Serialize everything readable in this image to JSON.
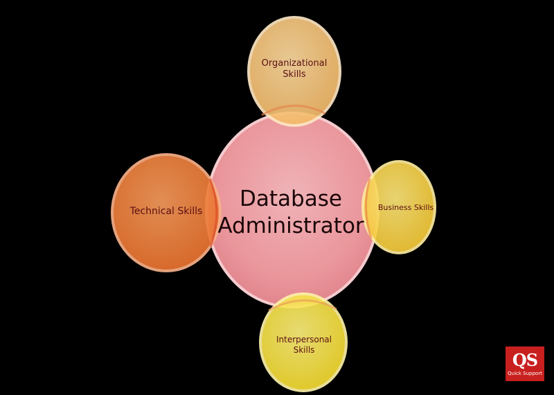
{
  "diagram": {
    "center": {
      "line1": "Database",
      "line2": "Administrator",
      "color": "#f4a3a8"
    },
    "nodes": [
      {
        "id": "organizational",
        "line1": "Organizational",
        "line2": "Skills",
        "color": "#f6c67a"
      },
      {
        "id": "technical",
        "line1": "Technical Skills",
        "color": "#ee7d3a"
      },
      {
        "id": "business",
        "line1": "Business Skills",
        "color": "#f9d24a"
      },
      {
        "id": "interpersonal",
        "line1": "Interpersonal",
        "line2": "Skills",
        "color": "#f7e03a"
      }
    ]
  },
  "logo": {
    "mark": "QS",
    "text": "Quick Support",
    "color": "#c8201e"
  }
}
